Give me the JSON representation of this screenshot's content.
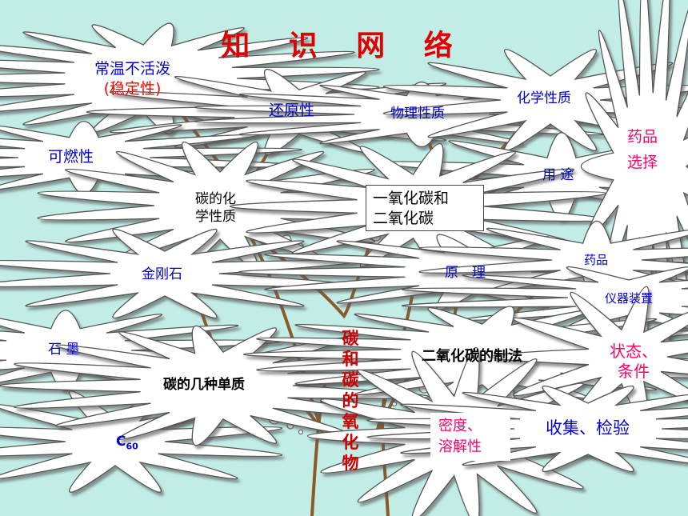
{
  "title": "知 识 网 络",
  "root_label": [
    "碳",
    "和",
    "碳",
    "的",
    "氧",
    "化",
    "物"
  ],
  "nodes": {
    "stable": {
      "line1": "常温不活泼",
      "line2": "(稳定性)"
    },
    "reducing": "还原性",
    "combustible": "可燃性",
    "carbon_chem": {
      "line1": "碳的化",
      "line2": "学性质"
    },
    "physical": "物理性质",
    "chemical": "化学性质",
    "usage": "用 途",
    "co_co2": {
      "line1": "一氧化碳和",
      "line2": "二氧化碳"
    },
    "drug_choice": {
      "line1": "药品",
      "line2": "选择"
    },
    "diamond": "金刚石",
    "graphite": "石 墨",
    "c60": {
      "base": "C",
      "sub": "60"
    },
    "allotropes": "碳的几种单质",
    "principle": "原　理",
    "drugs": "药品",
    "apparatus": "仪器装置",
    "co2_prep": "二氧化碳的制法",
    "state_cond": {
      "line1": "状态、",
      "line2": "条件"
    },
    "density": {
      "line1": "密度、",
      "line2": "溶解性"
    },
    "collect": "收集、检验"
  },
  "colors": {
    "background": "#c2ede7",
    "branch": "#8b5a2b",
    "title": "#e00000"
  }
}
